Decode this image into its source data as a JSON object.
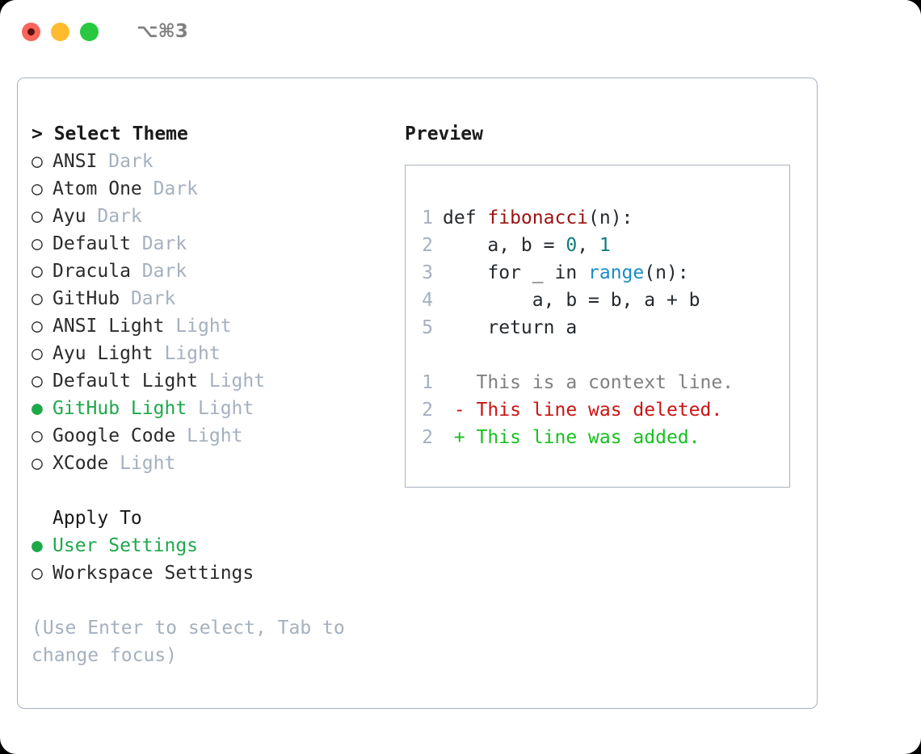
{
  "window": {
    "title": "⌥⌘3",
    "traffic_lights": [
      {
        "name": "close",
        "color": "#f9655b",
        "has_dot": true
      },
      {
        "name": "minimize",
        "color": "#fdbc2e",
        "has_dot": false
      },
      {
        "name": "zoom",
        "color": "#28c840",
        "has_dot": false
      }
    ]
  },
  "theme_picker": {
    "header": "> Select Theme",
    "bullet_unselected": "○",
    "bullet_selected": "●",
    "items": [
      {
        "label": "ANSI",
        "kind": "Dark",
        "selected": false
      },
      {
        "label": "Atom One",
        "kind": "Dark",
        "selected": false
      },
      {
        "label": "Ayu",
        "kind": "Dark",
        "selected": false
      },
      {
        "label": "Default",
        "kind": "Dark",
        "selected": false
      },
      {
        "label": "Dracula",
        "kind": "Dark",
        "selected": false
      },
      {
        "label": "GitHub",
        "kind": "Dark",
        "selected": false
      },
      {
        "label": "ANSI Light",
        "kind": "Light",
        "selected": false
      },
      {
        "label": "Ayu Light",
        "kind": "Light",
        "selected": false
      },
      {
        "label": "Default Light",
        "kind": "Light",
        "selected": false
      },
      {
        "label": "GitHub Light",
        "kind": "Light",
        "selected": true
      },
      {
        "label": "Google Code",
        "kind": "Light",
        "selected": false
      },
      {
        "label": "XCode",
        "kind": "Light",
        "selected": false
      }
    ]
  },
  "apply_to": {
    "header": "Apply To",
    "items": [
      {
        "label": "User Settings",
        "selected": true
      },
      {
        "label": "Workspace Settings",
        "selected": false
      }
    ]
  },
  "hint": "(Use Enter to select, Tab to change focus)",
  "preview": {
    "title": "Preview",
    "code_lines": [
      {
        "no": "1",
        "tokens": [
          {
            "t": "def ",
            "c": "plain"
          },
          {
            "t": "fibonacci",
            "c": "func"
          },
          {
            "t": "(n):",
            "c": "plain"
          }
        ]
      },
      {
        "no": "2",
        "tokens": [
          {
            "t": "    a, b = ",
            "c": "plain"
          },
          {
            "t": "0",
            "c": "num"
          },
          {
            "t": ", ",
            "c": "plain"
          },
          {
            "t": "1",
            "c": "num"
          }
        ]
      },
      {
        "no": "3",
        "tokens": [
          {
            "t": "    for _ in ",
            "c": "plain"
          },
          {
            "t": "range",
            "c": "call"
          },
          {
            "t": "(n):",
            "c": "plain"
          }
        ]
      },
      {
        "no": "4",
        "tokens": [
          {
            "t": "        a, b = b, a + b",
            "c": "plain"
          }
        ]
      },
      {
        "no": "5",
        "tokens": [
          {
            "t": "    return a",
            "c": "plain"
          }
        ]
      }
    ],
    "diff_lines": [
      {
        "no": "1",
        "marker": "  ",
        "text": "This is a context line.",
        "kind": "ctx"
      },
      {
        "no": "2",
        "marker": "- ",
        "text": "This line was deleted.",
        "kind": "del"
      },
      {
        "no": "2",
        "marker": "+ ",
        "text": "This line was added.",
        "kind": "add"
      }
    ]
  },
  "colors": {
    "accent_green": "#1fa84a",
    "muted": "#a5b0bf",
    "border": "#a8b2c1",
    "code_function": "#9b1212",
    "code_number": "#0f7c7c",
    "code_call": "#1a8cc8",
    "diff_added": "#18c021",
    "diff_deleted": "#cc1414",
    "diff_context": "#808080"
  }
}
